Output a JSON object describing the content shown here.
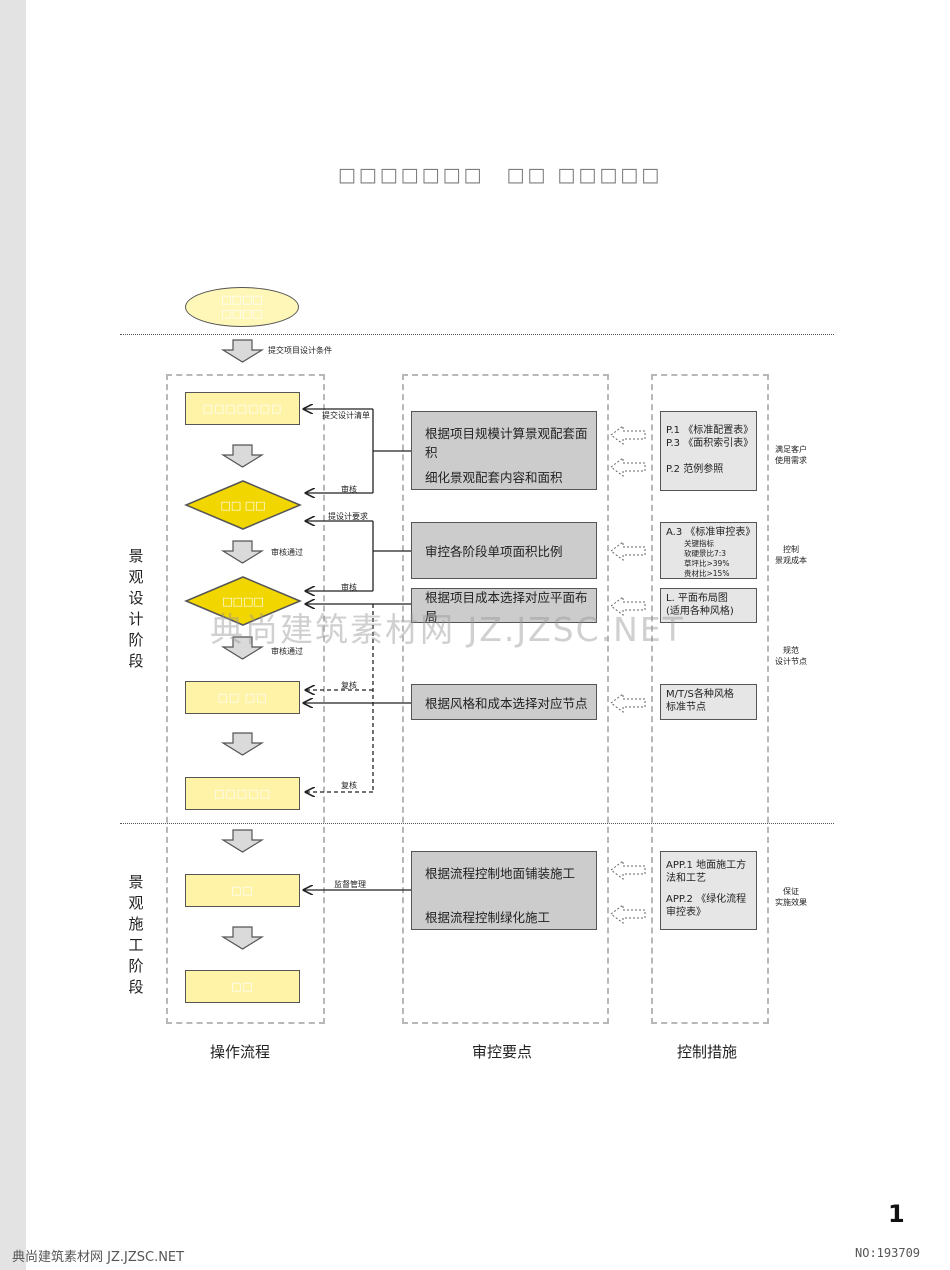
{
  "page_title": "□□□□□□□　□□ □□□□□",
  "start_node": {
    "line1": "□□□□",
    "line2": "□□□□"
  },
  "process_boxes": [
    "□□□□□□□",
    "□□ □□",
    "□□□□□",
    "□□",
    "□□"
  ],
  "decisions": [
    "□□ □□",
    "□□□□"
  ],
  "arrow_labels": {
    "submit_conditions": "提交项目设计条件",
    "submit_list": "提交设计清单",
    "review1": "审核",
    "design_req": "提设计要求",
    "review_pass1": "审核通过",
    "review2": "审核",
    "review_pass2": "审核通过",
    "recheck1": "复核",
    "recheck2": "复核",
    "supervise": "监督管理"
  },
  "stage_titles": {
    "design": [
      "景",
      "观",
      "设",
      "计",
      "阶",
      "段"
    ],
    "construction": [
      "景",
      "观",
      "施",
      "工",
      "阶",
      "段"
    ]
  },
  "key_points": {
    "k1_line1": "根据项目规模计算景观配套面积",
    "k1_line2": "细化景观配套内容和面积",
    "k2": "审控各阶段单项面积比例",
    "k3": "根据项目成本选择对应平面布局",
    "k4": "根据风格和成本选择对应节点",
    "k5_line1": "根据流程控制地面铺装施工",
    "k5_line2": "根据流程控制绿化施工"
  },
  "controls": {
    "c1": [
      "P.1 《标准配置表》",
      "P.3 《面积索引表》",
      "P.2 范例参照"
    ],
    "c2_title": "A.3 《标准审控表》",
    "c2_items": [
      "关键指标",
      "软硬景比7:3",
      "草坪比>39%",
      "贵材比>15%"
    ],
    "c3": [
      "L. 平面布局图",
      "(适用各种风格)"
    ],
    "c4": [
      "M/T/S各种风格",
      "标准节点"
    ],
    "c5": [
      "APP.1 地面施工方",
      "法和工艺",
      "APP.2 《绿化流程",
      "审控表》"
    ]
  },
  "side_notes": {
    "n1": [
      "满足客户",
      "使用需求"
    ],
    "n2": [
      "控制",
      "景观成本"
    ],
    "n3": [
      "规范",
      "设计节点"
    ],
    "n4": [
      "保证",
      "实施效果"
    ]
  },
  "column_labels": [
    "操作流程",
    "审控要点",
    "控制措施"
  ],
  "watermark": "典尚建筑素材网 JZ.JZSC.NET",
  "footer_left": "典尚建筑素材网 JZ.JZSC.NET",
  "footer_right": "NO:193709",
  "page_number": "1",
  "colors": {
    "process_fill": "#fff3a8",
    "decision_fill": "#f2d600",
    "keypoint_fill": "#cccccc",
    "control_fill": "#e6e6e6"
  }
}
